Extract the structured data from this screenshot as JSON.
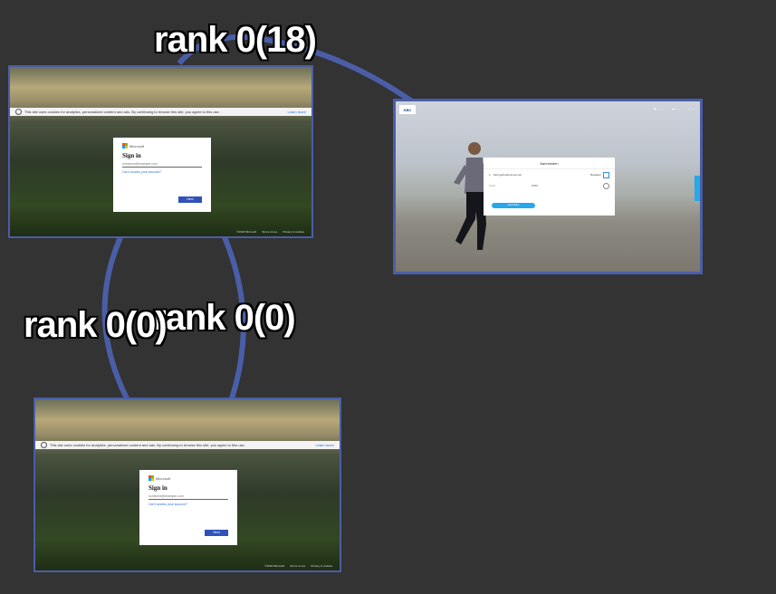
{
  "graph": {
    "edge_labels": [
      "rank 0(18)",
      "rank 0(0)",
      "rank 0(0)"
    ],
    "edge_color": "#4a5ea8",
    "background": "#333333"
  },
  "nodes": {
    "ms_top": {
      "cookie_text": "This site uses cookies for analytics, personalized content and ads. By continuing to browse this site, you agree to this use.",
      "learn_more": "Learn more",
      "brand": "Microsoft",
      "title": "Sign in",
      "email_placeholder": "someone@example.com",
      "cant_access": "Can't access your account?",
      "next": "Next",
      "footer": [
        "©2018 Microsoft",
        "Terms of use",
        "Privacy & cookies"
      ]
    },
    "ms_bottom": {
      "cookie_text": "This site uses cookies for analytics, personalized content and ads. By continuing to browse this site, you agree to this use.",
      "learn_more": "Learn more",
      "brand": "Microsoft",
      "title": "Sign in",
      "email_placeholder": "someone@example.com",
      "cant_access": "Can't access your account?",
      "next": "Next",
      "footer": [
        "©2018 Microsoft",
        "Terms of use",
        "Privacy & cookies"
      ]
    },
    "kbc": {
      "logo": "KBC",
      "nav": [
        "",
        "",
        ""
      ],
      "card_title": "Aanmelden",
      "row1_num": "1",
      "row1_label": "Vast gebruikersnummer",
      "row1_right": "Bewaren",
      "row2_label": "Kaart",
      "row2_value": "6703",
      "button": "Aanmelden"
    }
  }
}
